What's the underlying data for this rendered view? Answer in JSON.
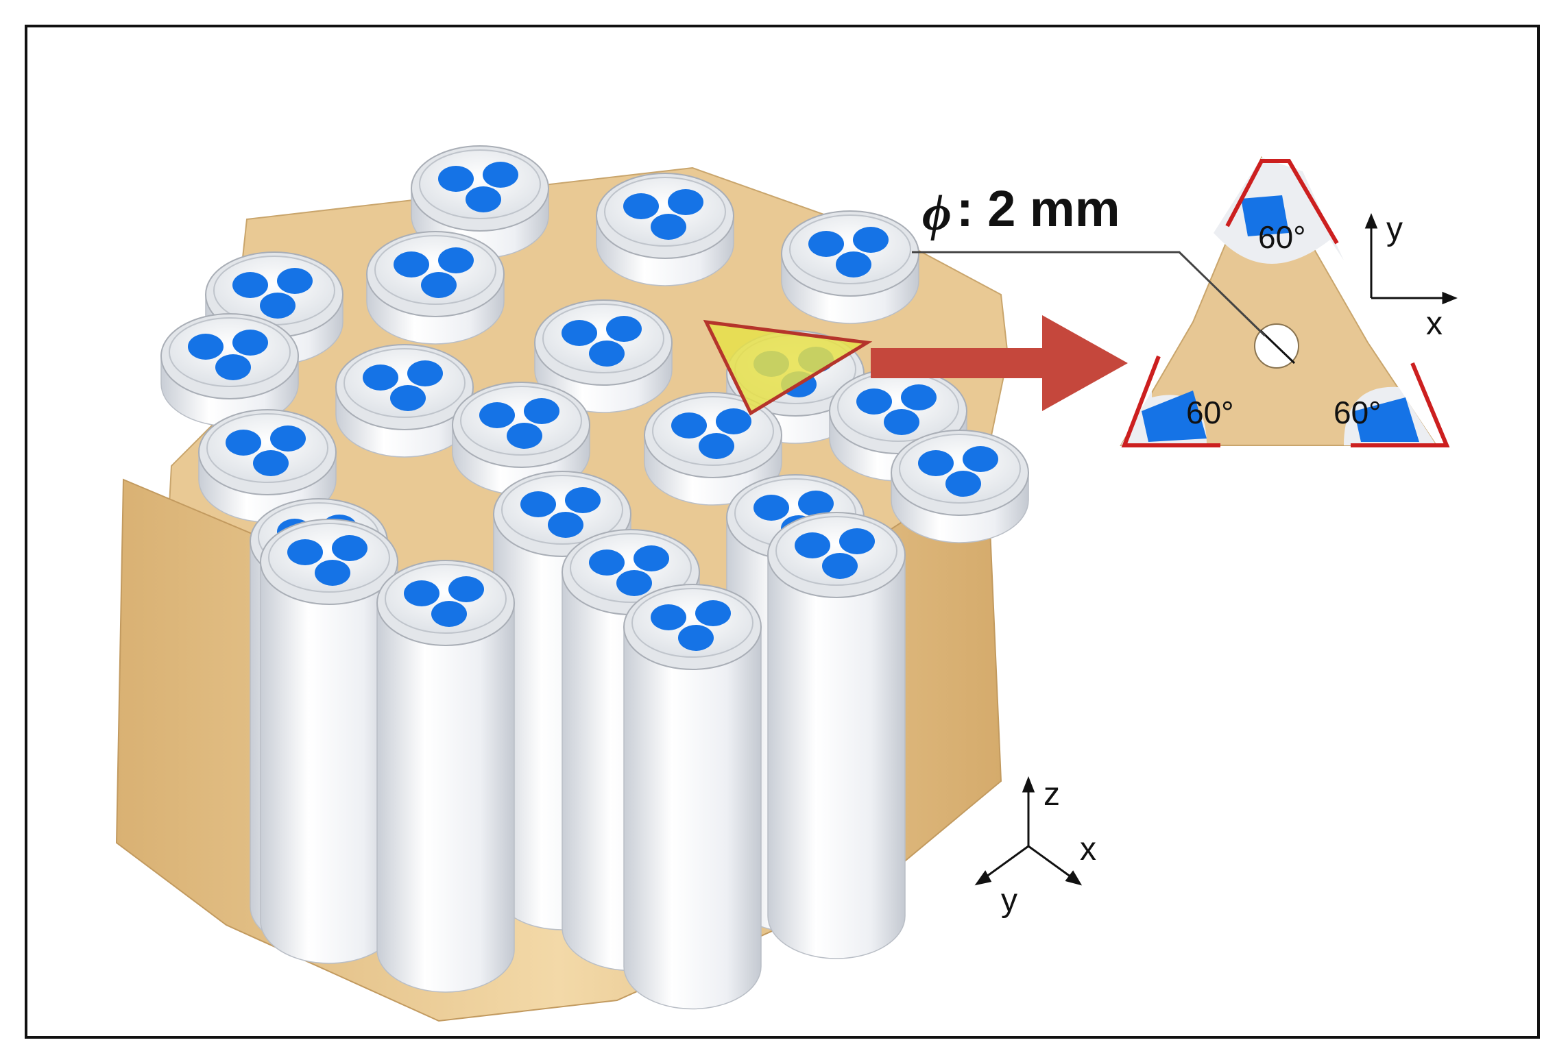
{
  "diameter_label": {
    "symbol": "ϕ",
    "text": ": 2 mm"
  },
  "angles": [
    "60°",
    "60°",
    "60°"
  ],
  "inset_axes": {
    "y": "y",
    "x": "x"
  },
  "main_axes": {
    "z": "z",
    "x": "x",
    "y": "y"
  },
  "colors": {
    "matrix": "#e8c792",
    "matrix_dark": "#caa46a",
    "rod": "#f1f3f6",
    "rod_shade": "#cfd4dc",
    "dot": "#1573e6",
    "arrow": "#c5473c",
    "triangle_outline": "#d21d1d",
    "highlight": "#e7e24a"
  }
}
